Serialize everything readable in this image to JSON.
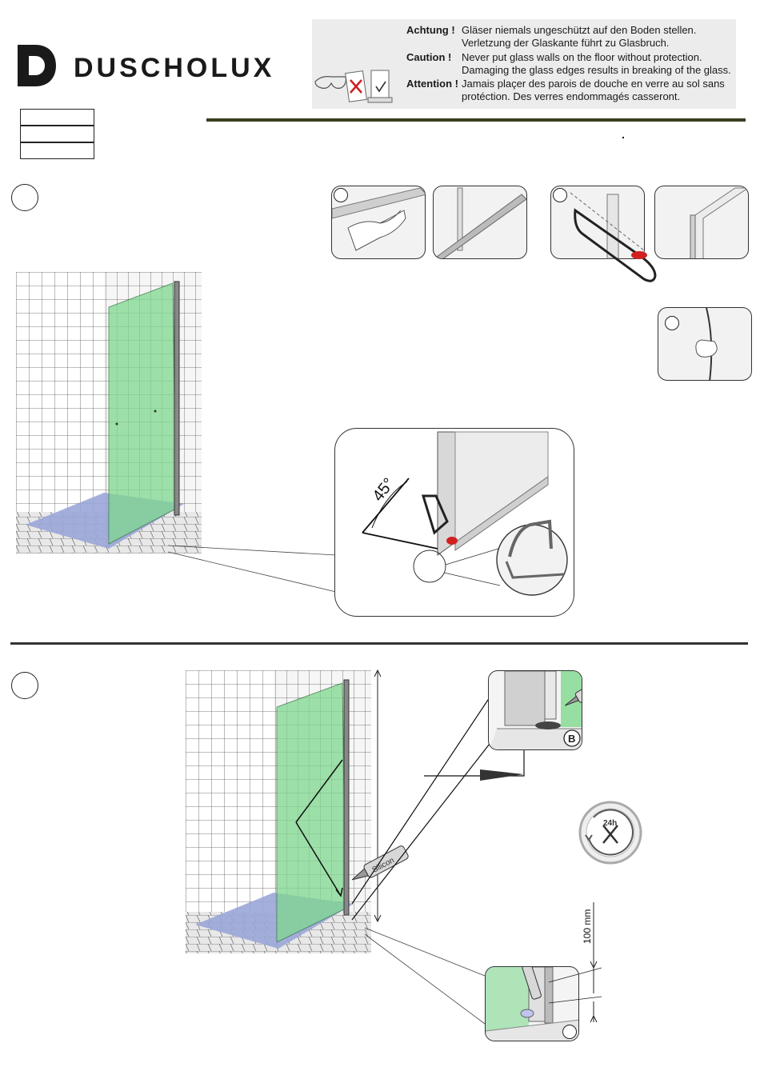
{
  "brand": {
    "name": "DUSCHOLUX"
  },
  "warnings": [
    {
      "label": "Achtung !",
      "text": "Gläser niemals ungeschützt auf den Boden stellen.\nVerletzung der Glaskante führt zu Glasbruch."
    },
    {
      "label": "Caution !",
      "text": "Never put glass walls on the floor without protection.\nDamaging the glass edges results in breaking of the glass."
    },
    {
      "label": "Attention !",
      "text": "Jamais plaçer des parois de douche en verre au sol sans\nprotéction. Des verres endommagés casseront."
    }
  ],
  "steps": [
    {
      "annotations": {
        "angle": "45°"
      }
    },
    {
      "annotations": {
        "seal_label": "B",
        "cure_time": "24h",
        "dimension": "100 mm",
        "cartridge_text": "Silicon"
      }
    }
  ],
  "colors": {
    "glass": "#7fd88f",
    "rule": "#3b3d1e",
    "tray": "#9aa6d8",
    "tool_red": "#d12020"
  }
}
